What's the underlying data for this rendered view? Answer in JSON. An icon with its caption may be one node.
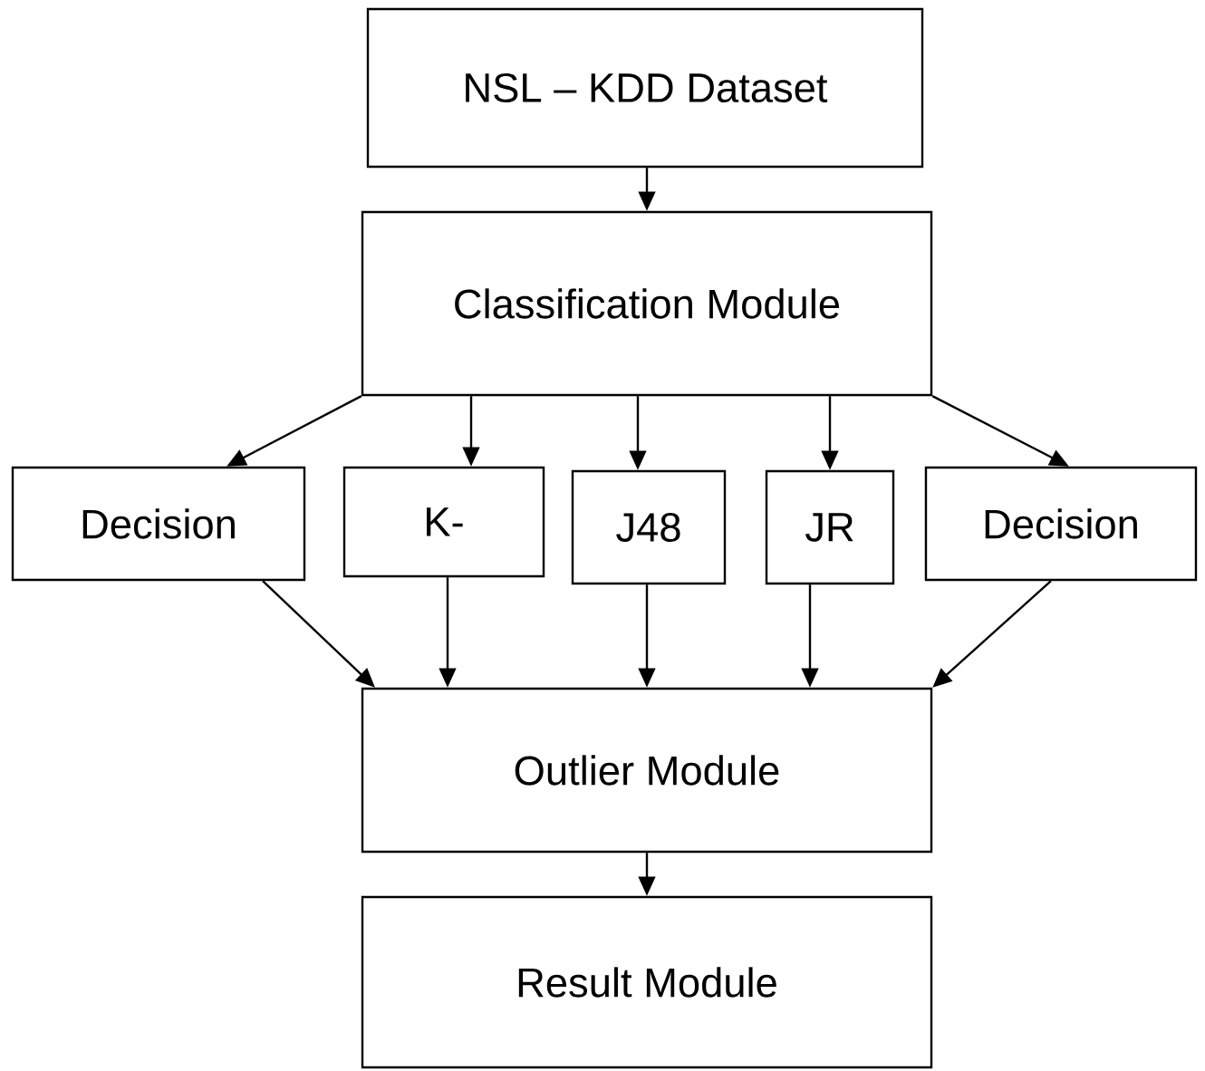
{
  "diagram": {
    "nodes": [
      {
        "text": [
          "NSL – KDD Dataset"
        ]
      },
      {
        "text": [
          "Classification Module"
        ]
      },
      {
        "text": [
          "Decision"
        ]
      },
      {
        "text": [
          "K-"
        ]
      },
      {
        "text": [
          "J48"
        ]
      },
      {
        "text": [
          "JR"
        ]
      },
      {
        "text": [
          "Decision"
        ]
      },
      {
        "text": [
          "Outlier Module"
        ]
      },
      {
        "text": [
          "Result Module"
        ]
      }
    ],
    "edges": [
      {
        "from": 0,
        "to": 1,
        "arrow": "to"
      },
      {
        "from": 1,
        "to": 2,
        "arrow": "to"
      },
      {
        "from": 1,
        "to": 3,
        "arrow": "to"
      },
      {
        "from": 1,
        "to": 4,
        "arrow": "to"
      },
      {
        "from": 1,
        "to": 5,
        "arrow": "to"
      },
      {
        "from": 1,
        "to": 6,
        "arrow": "to"
      },
      {
        "from": 2,
        "to": 7,
        "arrow": "to"
      },
      {
        "from": 3,
        "to": 7,
        "arrow": "to"
      },
      {
        "from": 4,
        "to": 7,
        "arrow": "to"
      },
      {
        "from": 5,
        "to": 7,
        "arrow": "to"
      },
      {
        "from": 6,
        "to": 7,
        "arrow": "to"
      },
      {
        "from": 7,
        "to": 8,
        "arrow": "to"
      }
    ]
  }
}
